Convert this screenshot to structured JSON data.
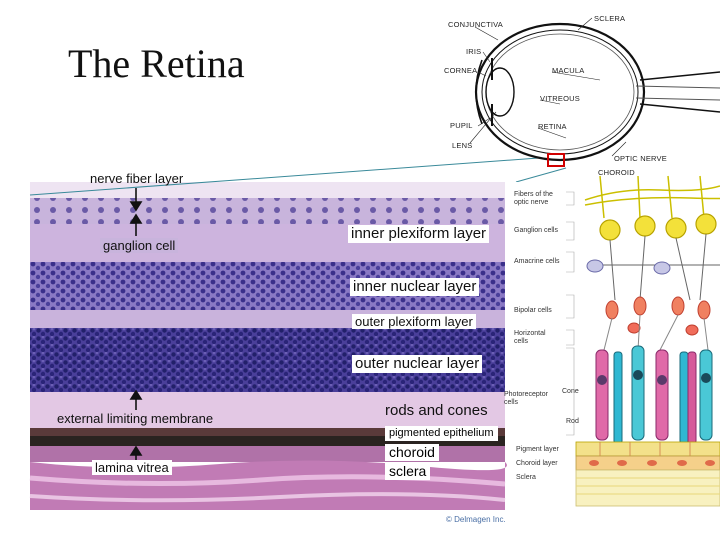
{
  "title": "The Retina",
  "eye_labels": {
    "conjunctiva": "CONJUNCTIVA",
    "sclera": "SCLERA",
    "iris": "IRIS",
    "cornea": "CORNEA",
    "macula": "MACULA",
    "vitreous": "VITREOUS",
    "pupil": "PUPIL",
    "retina": "RETINA",
    "lens": "LENS",
    "optic_nerve": "OPTIC NERVE",
    "choroid": "CHOROID"
  },
  "histology_labels": {
    "nerve_fiber_layer": "nerve fiber layer",
    "ganglion_cell": "ganglion cell",
    "inner_plexiform_layer": "inner plexiform layer",
    "inner_nuclear_layer": "inner nuclear layer",
    "outer_plexiform_layer": "outer plexiform layer",
    "outer_nuclear_layer": "outer nuclear layer",
    "rods_and_cones": "rods and cones",
    "external_limiting_membrane": "external limiting membrane",
    "pigmented_epithelium": "pigmented epithelium",
    "choroid": "choroid",
    "sclera": "sclera",
    "lamina_vitrea": "lamina vitrea"
  },
  "cell_labels": {
    "fibers_line1": "Fibers of the",
    "fibers_line2": "optic nerve",
    "ganglion_cells": "Ganglion cells",
    "amacrine_cells": "Amacrine cells",
    "bipolar_cells": "Bipolar cells",
    "horizontal_line1": "Horizontal",
    "horizontal_line2": "cells",
    "photoreceptor_line1": "Photoreceptor",
    "photoreceptor_line2": "cells",
    "cone": "Cone",
    "rod": "Rod",
    "pigment_layer": "Pigment layer",
    "choroid_layer": "Choroid layer",
    "sclera": "Sclera"
  },
  "copyright": "© Delmagen Inc."
}
